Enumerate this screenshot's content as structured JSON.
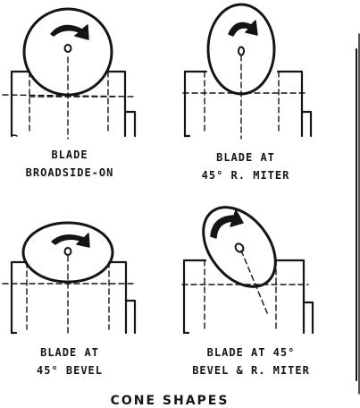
{
  "figures": [
    {
      "id": "broadside",
      "line1": "BLADE",
      "line2": "BROADSIDE-ON"
    },
    {
      "id": "miter",
      "line1": "BLADE AT",
      "line2": "45° R. MITER"
    },
    {
      "id": "bevel",
      "line1": "BLADE AT",
      "line2": "45° BEVEL"
    },
    {
      "id": "bevel-miter",
      "line1": "BLADE AT 45°",
      "line2": "BEVEL & R. MITER"
    }
  ],
  "footer": "CONE SHAPES"
}
